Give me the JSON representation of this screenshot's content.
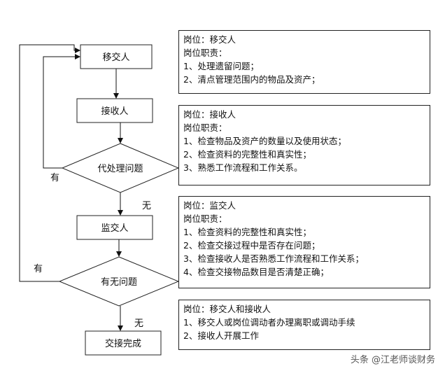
{
  "nodes": {
    "handover": "移交人",
    "receiver": "接收人",
    "pending_decision": "代处理问题",
    "supervisor": "监交人",
    "issue_decision": "有无问题",
    "complete": "交接完成"
  },
  "edge_labels": {
    "pending_yes": "有",
    "pending_no": "无",
    "issue_yes": "有",
    "issue_no": "无"
  },
  "info_boxes": {
    "handover": {
      "title": "岗位：移交人",
      "duty_header": "岗位职责：",
      "items": [
        "1、处理遗留问题；",
        "2、清点管理范围内的物品及资产；"
      ]
    },
    "receiver": {
      "title": "岗位：接收人",
      "duty_header": "岗位职责：",
      "items": [
        "1、检查物品及资产的数量以及使用状态；",
        "2、检查资料的完整性和真实性；",
        "3、熟悉工作流程和工作关系。"
      ]
    },
    "supervisor": {
      "title": "岗位：监交人",
      "duty_header": "岗位职责：",
      "items": [
        "1、检查资料的完整性和真实性；",
        "2、检查交接过程中是否存在问题；",
        "3、检查接收人是否熟悉工作流程和工作关系；",
        "4、检查交接物品数目是否清楚正确；"
      ]
    },
    "both": {
      "title": "岗位：移交人和接收人",
      "items": [
        "1、移交人或岗位调动者办理离职或调动手续",
        "2、接收人开展工作"
      ]
    }
  },
  "watermark": "头条 @江老师谈财务"
}
